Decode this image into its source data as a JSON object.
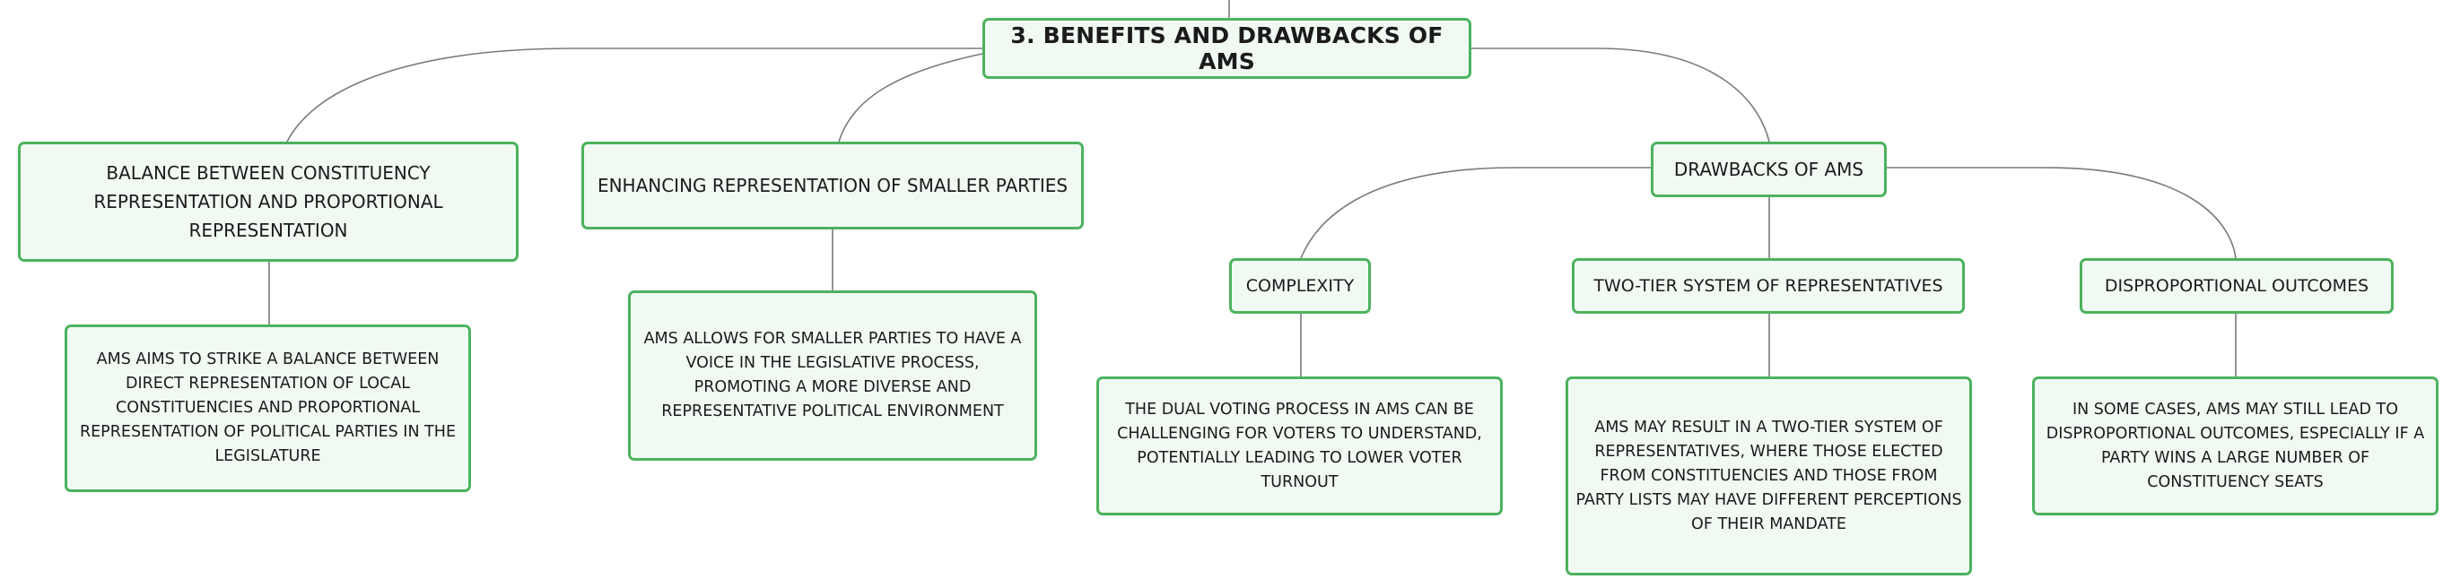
{
  "diagram": {
    "root": {
      "label": "3. BENEFITS AND DRAWBACKS OF AMS"
    },
    "branches": [
      {
        "label": "BALANCE BETWEEN CONSTITUENCY REPRESENTATION AND PROPORTIONAL REPRESENTATION",
        "detail": "AMS AIMS TO STRIKE A BALANCE BETWEEN DIRECT REPRESENTATION OF LOCAL CONSTITUENCIES AND PROPORTIONAL REPRESENTATION OF POLITICAL PARTIES IN THE LEGISLATURE"
      },
      {
        "label": "ENHANCING REPRESENTATION OF SMALLER PARTIES",
        "detail": "AMS ALLOWS FOR SMALLER PARTIES TO HAVE A VOICE IN THE LEGISLATIVE PROCESS, PROMOTING A MORE DIVERSE AND REPRESENTATIVE POLITICAL ENVIRONMENT"
      },
      {
        "label": "DRAWBACKS OF AMS",
        "children": [
          {
            "label": "COMPLEXITY",
            "detail": "THE DUAL VOTING PROCESS IN AMS CAN BE CHALLENGING FOR VOTERS TO UNDERSTAND, POTENTIALLY LEADING TO LOWER VOTER TURNOUT"
          },
          {
            "label": "TWO-TIER SYSTEM OF REPRESENTATIVES",
            "detail": "AMS MAY RESULT IN A TWO-TIER SYSTEM OF REPRESENTATIVES, WHERE THOSE ELECTED FROM CONSTITUENCIES AND THOSE FROM PARTY LISTS MAY HAVE DIFFERENT PERCEPTIONS OF THEIR MANDATE"
          },
          {
            "label": "DISPROPORTIONAL OUTCOMES",
            "detail": "IN SOME CASES, AMS MAY STILL LEAD TO DISPROPORTIONAL OUTCOMES, ESPECIALLY IF A PARTY WINS A LARGE NUMBER OF CONSTITUENCY SEATS"
          }
        ]
      }
    ]
  },
  "colors": {
    "node_border": "#4bb35d",
    "node_fill": "#f1f9f3",
    "connector": "#7a7a7a",
    "text": "#1b1b1b"
  }
}
